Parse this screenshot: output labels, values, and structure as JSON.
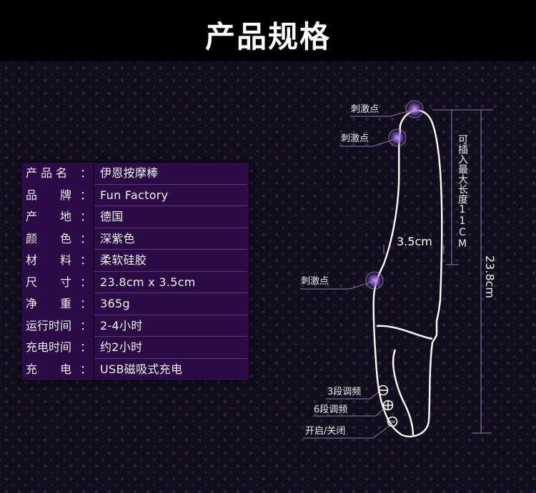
{
  "header": {
    "title": "产品规格"
  },
  "specs": [
    {
      "label": "产 品 名",
      "colon": "：",
      "value": "伊恩按摩棒"
    },
    {
      "label": "品　　牌",
      "colon": "：",
      "value": "Fun Factory"
    },
    {
      "label": "产　　地",
      "colon": "：",
      "value": "德国"
    },
    {
      "label": "颜　　色",
      "colon": "：",
      "value": "深紫色"
    },
    {
      "label": "材　　料",
      "colon": "：",
      "value": "柔软硅胶"
    },
    {
      "label": "尺　　寸",
      "colon": "：",
      "value": "23.8cm x 3.5cm"
    },
    {
      "label": "净　　重",
      "colon": "：",
      "value": "365g"
    },
    {
      "label": "运行时间",
      "colon": "：",
      "value": "2-4小时"
    },
    {
      "label": "充电时间",
      "colon": "：",
      "value": "约2小时"
    },
    {
      "label": "充　　电",
      "colon": "：",
      "value": "USB磁吸式充电"
    }
  ],
  "diagram": {
    "stim1": "刺激点",
    "stim2": "刺激点",
    "stim3": "刺激点",
    "width": "3.5cm",
    "insert": "可插入最大长度11CM",
    "length": "23.8cm",
    "btn1": "3段调频",
    "btn2": "6段调频",
    "btn3": "开启/关闭",
    "power_glyph": "P/M"
  }
}
